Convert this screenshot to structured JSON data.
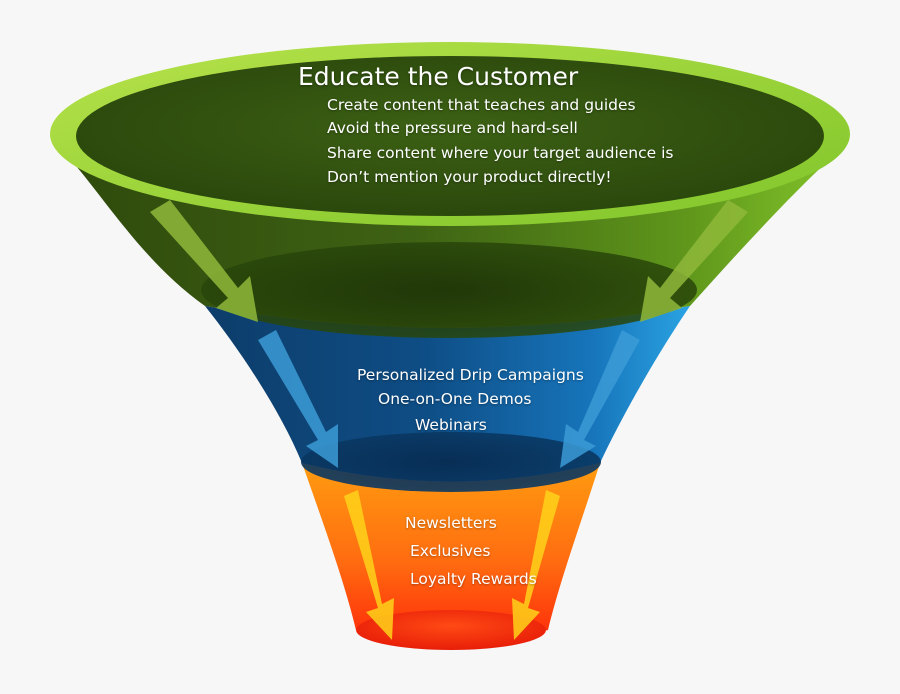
{
  "funnel": {
    "stages": [
      {
        "title": "Educate the Customer",
        "items": [
          "Create content that teaches and guides",
          "Avoid the pressure and hard-sell",
          "Share content where your target audience is",
          "Don’t mention your product directly!"
        ],
        "color": "#6aa51c"
      },
      {
        "items": [
          "Personalized Drip Campaigns",
          "One-on-One Demos",
          "Webinars"
        ],
        "color": "#1f86c8"
      },
      {
        "items": [
          "Newsletters",
          "Exclusives",
          "Loyalty Rewards"
        ],
        "color": "#ff8c00"
      }
    ]
  }
}
